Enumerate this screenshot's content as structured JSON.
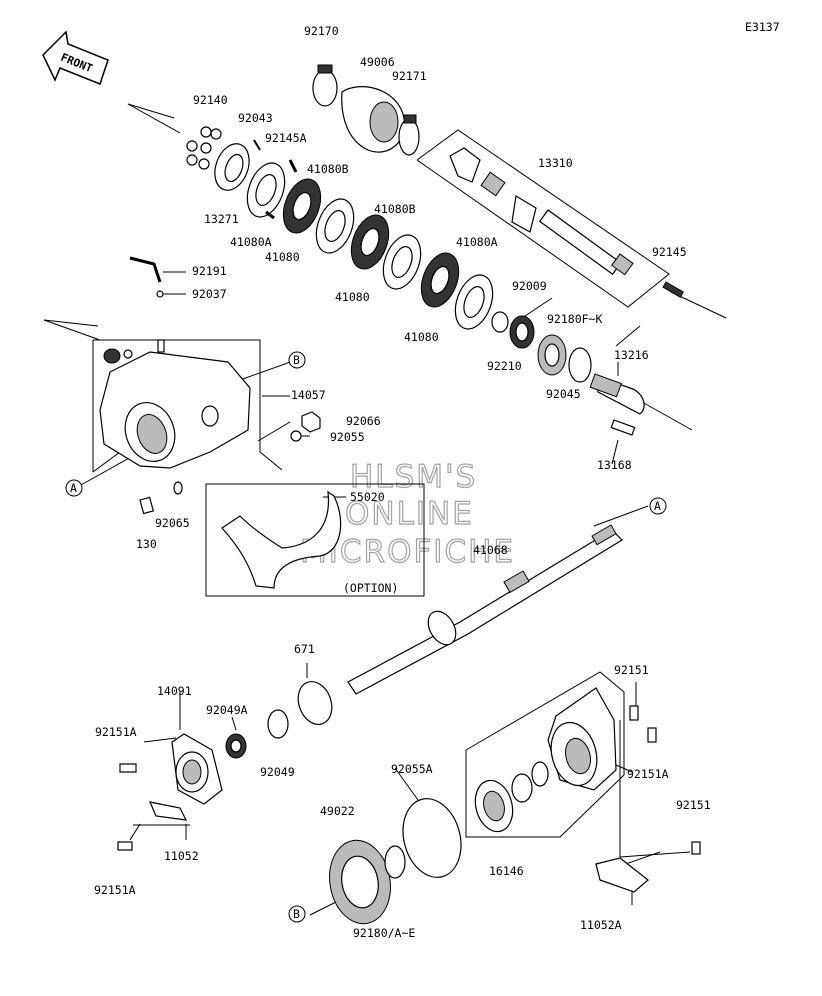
{
  "diagram_code": "E3137",
  "direction_arrow": "FRONT",
  "option_label": "(OPTION)",
  "watermark": [
    "HLSM'S",
    "ONLINE",
    "MICROFICHE"
  ],
  "callouts": {
    "a": "A",
    "b": "B"
  },
  "parts": {
    "p92170": "92170",
    "p49006": "49006",
    "p92171": "92171",
    "p92140": "92140",
    "p92043": "92043",
    "p92145A": "92145A",
    "p41080B_1": "41080B",
    "p13271": "13271",
    "p41080A_1": "41080A",
    "p41080_1": "41080",
    "p13310": "13310",
    "p41080B_2": "41080B",
    "p92145": "92145",
    "p92191": "92191",
    "p92037": "92037",
    "p41080_2": "41080",
    "p41080A_2": "41080A",
    "p92009": "92009",
    "p92180FK": "92180F~K",
    "p41080_3": "41080",
    "p92210": "92210",
    "p13216": "13216",
    "p14057": "14057",
    "p92045": "92045",
    "p92066": "92066",
    "p92055": "92055",
    "p13168": "13168",
    "p55020": "55020",
    "p92065": "92065",
    "p130": "130",
    "p41068": "41068",
    "p671": "671",
    "p92151_1": "92151",
    "p14091": "14091",
    "p92049A": "92049A",
    "p92151A_1": "92151A",
    "p92049": "92049",
    "p92151A_2": "92151A",
    "p92055A": "92055A",
    "p92151_2": "92151",
    "p49022": "49022",
    "p11052": "11052",
    "p16146": "16146",
    "p92151A_3": "92151A",
    "p92180AE": "92180/A~E",
    "p11052A": "11052A"
  }
}
